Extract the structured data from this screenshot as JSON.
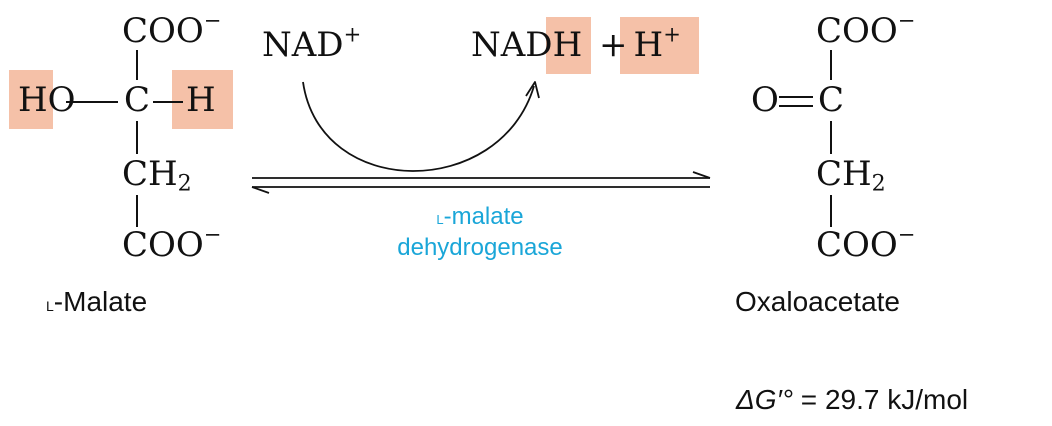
{
  "colors": {
    "highlight": "#f5c1a8",
    "enzyme_text": "#1aa6d8",
    "ink": "#111111"
  },
  "malate": {
    "top_group": "COO",
    "top_charge": "−",
    "left_group": "HO",
    "center_atom": "C",
    "right_atom": "H",
    "ch2_main": "CH",
    "ch2_sub": "2",
    "bottom_group": "COO",
    "bottom_charge": "−",
    "name_prefix": "L",
    "name_rest": "-Malate"
  },
  "cofactor": {
    "reactant": "NAD",
    "reactant_charge": "+",
    "product_main": "NAD",
    "product_h": "H",
    "plus": "+",
    "proton": "H",
    "proton_charge": "+"
  },
  "enzyme": {
    "prefix": "L",
    "line1_rest": "-malate",
    "line2": "dehydrogenase"
  },
  "oxaloacetate": {
    "top_group": "COO",
    "top_charge": "−",
    "oxygen": "O",
    "center_atom": "C",
    "ch2_main": "CH",
    "ch2_sub": "2",
    "bottom_group": "COO",
    "bottom_charge": "−",
    "name": "Oxaloacetate"
  },
  "energy": {
    "symbol": "ΔG′°",
    "equals": "=",
    "value": "29.7 kJ/mol"
  }
}
